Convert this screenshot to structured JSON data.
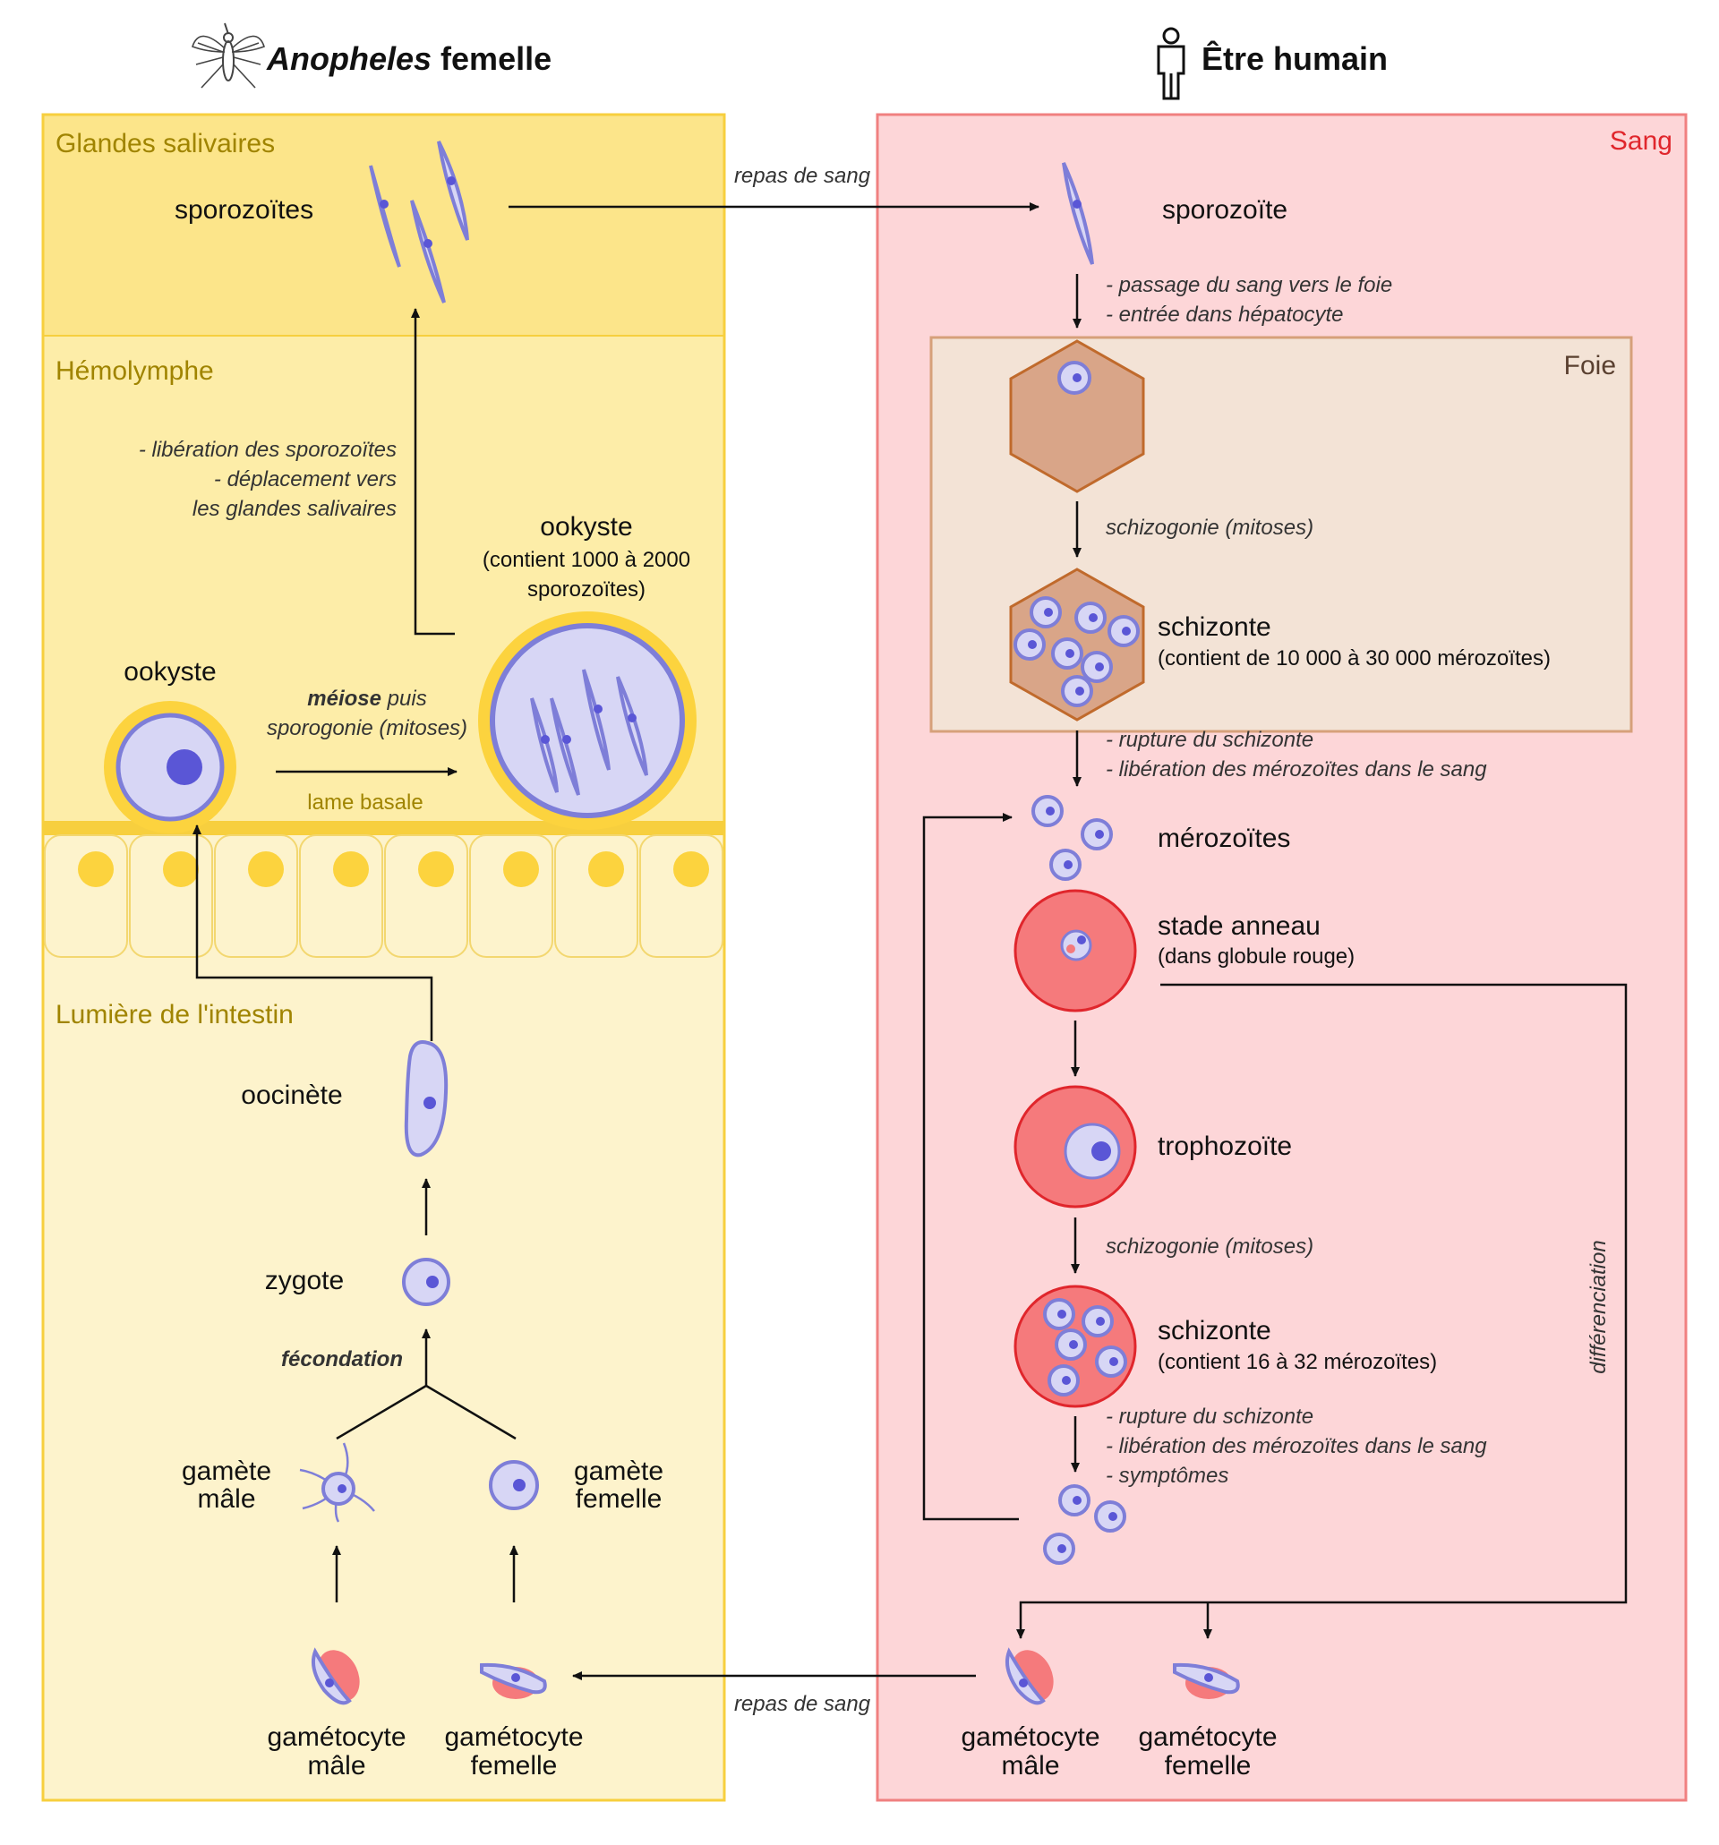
{
  "header": {
    "mosquito_title_italic": "Anopheles",
    "mosquito_title_rest": "femelle",
    "human_title": "Être humain"
  },
  "mosquito": {
    "zones": {
      "salivary": "Glandes salivaires",
      "hemolymph": "Hémolymphe",
      "gut": "Lumière de l'intestin"
    },
    "sporozoites": "sporozoïtes",
    "release_notes": [
      "- libération des sporozoïtes",
      "- déplacement vers",
      "les glandes salivaires"
    ],
    "oocyst_big": {
      "title": "ookyste",
      "detail_1": "(contient 1000 à 2000",
      "detail_2": "sporozoïtes)"
    },
    "oocyst_small": "ookyste",
    "meiosis_bold": "méiose",
    "meiosis_rest": "puis",
    "sporogony": "sporogonie (mitoses)",
    "basal_lamina": "lame basale",
    "ookinete": "oocinète",
    "zygote": "zygote",
    "fertilization": "fécondation",
    "gamete_male": [
      "gamète",
      "mâle"
    ],
    "gamete_female": [
      "gamète",
      "femelle"
    ],
    "gametocyte_male": [
      "gamétocyte",
      "mâle"
    ],
    "gametocyte_female": [
      "gamétocyte",
      "femelle"
    ]
  },
  "human": {
    "zones": {
      "blood": "Sang",
      "liver": "Foie"
    },
    "blood_meal_top": "repas de sang",
    "blood_meal_bottom": "repas de sang",
    "sporozoite": "sporozoïte",
    "passage_notes": [
      "- passage du sang vers le foie",
      "- entrée dans hépatocyte"
    ],
    "schizogony_liver": "schizogonie (mitoses)",
    "liver_schizont": {
      "title": "schizonte",
      "detail": "(contient de 10 000 à 30 000 mérozoïtes)"
    },
    "rupture_notes_1": [
      "- rupture du schizonte",
      "- libération des mérozoïtes dans le sang"
    ],
    "merozoites": "mérozoïtes",
    "ring": {
      "title": "stade anneau",
      "detail": "(dans globule rouge)"
    },
    "trophozoite": "trophozoïte",
    "schizogony_blood": "schizogonie (mitoses)",
    "blood_schizont": {
      "title": "schizonte",
      "detail": "(contient 16 à 32 mérozoïtes)"
    },
    "rupture_notes_2": [
      "- rupture du schizonte",
      "- libération des mérozoïtes dans le sang",
      "- symptômes"
    ],
    "differentiation": "différenciation",
    "gametocyte_male": [
      "gamétocyte",
      "mâle"
    ],
    "gametocyte_female": [
      "gamétocyte",
      "femelle"
    ]
  },
  "colors": {
    "salivary_fill": "#fce58a",
    "hemolymph_fill": "#fdeda8",
    "gut_fill": "#fdf3cc",
    "yellow_border": "#f7cf3e",
    "blood_fill": "#fdd6d8",
    "blood_border": "#f08080",
    "liver_fill": "#f3e3d6",
    "liver_border": "#d6a07a",
    "hepatocyte": "#d9a588",
    "parasite": "#d7d6f5",
    "parasite_border": "#7e7ed8",
    "red_cell": "#f57a7c"
  },
  "icons": [
    "mosquito-icon",
    "human-icon"
  ]
}
